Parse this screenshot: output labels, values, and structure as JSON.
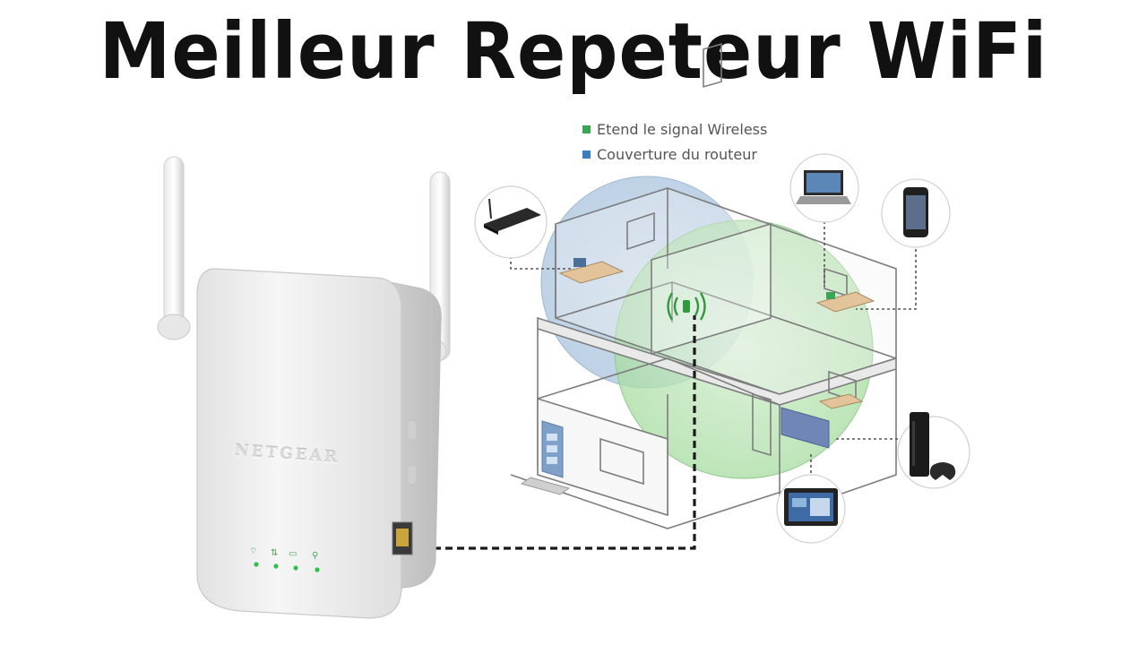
{
  "title": "Meilleur Repeteur WiFi",
  "legend": [
    {
      "label": "Etend le signal Wireless",
      "color": "#3aa655"
    },
    {
      "label": "Couverture du routeur",
      "color": "#3a7fc4"
    }
  ],
  "brand": "NETGEAR",
  "colors": {
    "repeater_coverage": "#9fd99a",
    "router_coverage": "#a9c3de",
    "device_body": "#eeeeee",
    "led": "#2fbf4a"
  }
}
